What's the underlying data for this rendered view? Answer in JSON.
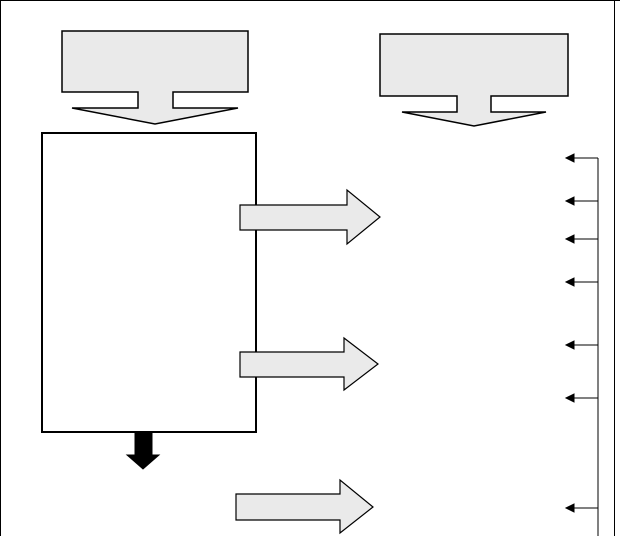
{
  "colors": {
    "background": "#ffffff",
    "stroke": "#000000",
    "fill_light": "#eaeaea",
    "fill_dark": "#000000"
  },
  "icons": {
    "top_box_arrow": "down-block-arrow",
    "process_arrow": "right-block-arrow",
    "small_arrow": "left-pointer-arrow",
    "output_arrow": "down-solid-arrow"
  }
}
